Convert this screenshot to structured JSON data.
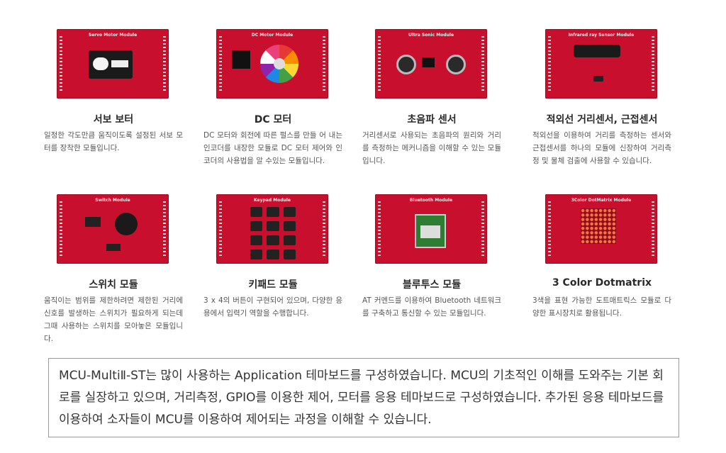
{
  "modules": [
    {
      "board_label": "Servo Motor Module",
      "title": "서보 보터",
      "desc": "일정한 각도만큼 움직이도록 설정된 서보 모터를 장착한 모듈입니다."
    },
    {
      "board_label": "DC Motor Module",
      "title": "DC 모터",
      "desc": "DC 모터와 회전에 따른 펄스를 만들 어 내는 인코더를 내장한 모듈로 DC 모터 제어와 인코더의 사용법을 알 수있는 모듈입니다."
    },
    {
      "board_label": "Ultra Sonic Module",
      "title": "초음파 센서",
      "desc": "거리센서로 사용되는 초음파의 원리와 거리를 측정하는 메커니즘을 이해할 수 있는 모듈입니다."
    },
    {
      "board_label": "Infrared ray Sensor Module",
      "title": "적외선 거리센서, 근접센서",
      "desc": "적외선을 이용하여 거리를 측정하는 센서와 근접센서를 하나의 모듈에 신장하여 거리측정 및 물체 검출에 사용할 수 있습니다."
    },
    {
      "board_label": "Switch Module",
      "title": "스위치 모듈",
      "desc": "움직이는 범위를 제한하려면 제한된 거리에 신호를 발생하는 스위치가 필요하게 되는데 그때 사용하는 스위치를 모아놓은 모듈입니다."
    },
    {
      "board_label": "Keypad Module",
      "title": "키패드 모듈",
      "desc": "3 x 4의 버튼이 구현되어 있으며, 다양한 응용에서 입력기 역할을 수행합니다."
    },
    {
      "board_label": "Bluetooth Module",
      "title": "블루투스 모듈",
      "desc": "AT 커멘드를 이용하여 Bluetooth 네트워크를 구축하고 통신할 수 있는 모듈입니다."
    },
    {
      "board_label": "3Color DotMatrix Module",
      "title": "3 Color Dotmatrix",
      "desc": "3색을 표현 가능한 도트매트릭스 모듈로 다양한 표시장치로 활용됩니다."
    }
  ],
  "summary": "MCU-MultiⅡ-ST는 많이 사용하는 Application 테마보드를 구성하였습니다. MCU의 기초적인 이해를 도와주는 기본 회로를 실장하고 있으며, 거리측정, GPIO를 이용한 제어, 모터를 응용 테마보드로 구성하였습니다.  추가된 응용 테마보드를 이용하여 소자들이 MCU를 이용하여 제어되는 과정을 이해할 수 있습니다.",
  "colors": {
    "board": "#c8102e",
    "text": "#2a2a2a",
    "desc": "#555555",
    "border": "#999999"
  }
}
